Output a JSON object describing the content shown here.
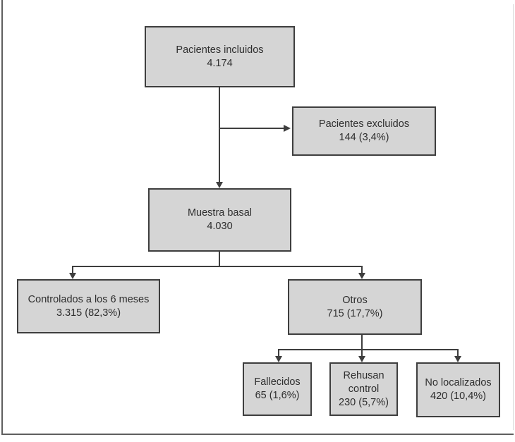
{
  "figure": {
    "type": "flowchart",
    "language": "es",
    "colors": {
      "box_fill": "#d5d5d5",
      "box_border": "#3e3e3e",
      "connector": "#3e3e3e",
      "text": "#2e2e2e",
      "frame": "#5f5f5f"
    },
    "nodes": {
      "included": {
        "label": "Pacientes incluidos",
        "value": "4.174"
      },
      "excluded": {
        "label": "Pacientes excluidos",
        "value": "144 (3,4%)"
      },
      "baseline": {
        "label": "Muestra basal",
        "value": "4.030"
      },
      "controlled": {
        "label": "Controlados a los 6 meses",
        "value": "3.315 (82,3%)"
      },
      "others": {
        "label": "Otros",
        "value": "715 (17,7%)"
      },
      "deceased": {
        "label": "Fallecidos",
        "value": "65 (1,6%)"
      },
      "refuse_control": {
        "label": "Rehusan control",
        "value": "230 (5,7%)"
      },
      "not_located": {
        "label": "No localizados",
        "value": "420 (10,4%)"
      }
    },
    "edges": [
      {
        "from": "included",
        "to": "excluded"
      },
      {
        "from": "included",
        "to": "baseline"
      },
      {
        "from": "baseline",
        "to": "controlled"
      },
      {
        "from": "baseline",
        "to": "others"
      },
      {
        "from": "others",
        "to": "deceased"
      },
      {
        "from": "others",
        "to": "refuse_control"
      },
      {
        "from": "others",
        "to": "not_located"
      }
    ]
  }
}
